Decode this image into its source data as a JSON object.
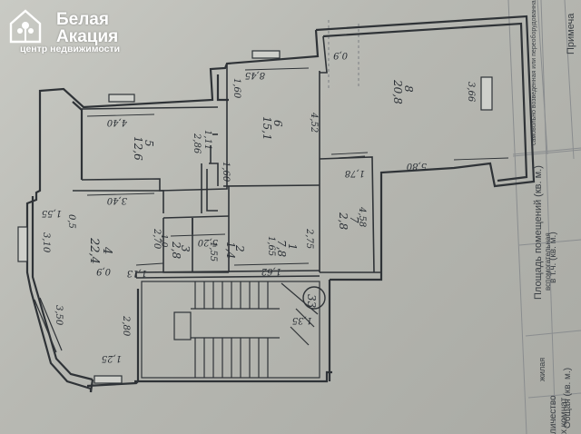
{
  "watermark": {
    "brand_line1": "Белая",
    "brand_line2": "Акация",
    "tagline": "центр недвижимости",
    "icon": "house-flower-icon"
  },
  "table_headers": {
    "area_header": "Площадь помещений (кв. м.)",
    "total": "Общая (кв. м.)",
    "including": "в т.ч. (кв. м.)",
    "living": "жилая",
    "auxiliary": "вспомогательная",
    "self_built": "самовольно возведенная или переоборудованная площадь (кв. м.)",
    "note": "Примеча",
    "rooms_count": "личество",
    "rooms_count2": "х комнат"
  },
  "stair": {
    "label": "33"
  },
  "rooms": [
    {
      "num": "1",
      "area": "7,8"
    },
    {
      "num": "2",
      "area": "1,4"
    },
    {
      "num": "3",
      "area": "2,8"
    },
    {
      "num": "4",
      "area": "22,4"
    },
    {
      "num": "5",
      "area": "12,6"
    },
    {
      "num": "6",
      "area": "15,1"
    },
    {
      "num": "7",
      "area": "2,8"
    },
    {
      "num": "8",
      "area": "20,8"
    }
  ],
  "dimensions": {
    "d_845": "8,45",
    "d_09": "0,9",
    "d_160a": "1,60",
    "d_452": "4,52",
    "d_366": "3,66",
    "d_580": "5,80",
    "d_440": "4,40",
    "d_286": "2,86",
    "d_160b": "1,60",
    "d_111": "1,11",
    "d_178": "1,78",
    "d_458": "4,58",
    "d_340": "3,40",
    "d_155": "1,55",
    "d_05": "0,5",
    "d_1": "1,0",
    "d_520": "5,20",
    "d_270": "2,70",
    "d_275": "2,75",
    "d_165": "1,65",
    "d_155b": "1,55",
    "d_113": "1,13",
    "d_162": "1,62",
    "d_09b": "0,9",
    "d_310": "3,10",
    "d_350": "3,50",
    "d_280": "2,80",
    "d_125": "1,25",
    "d_135": "1,35"
  }
}
